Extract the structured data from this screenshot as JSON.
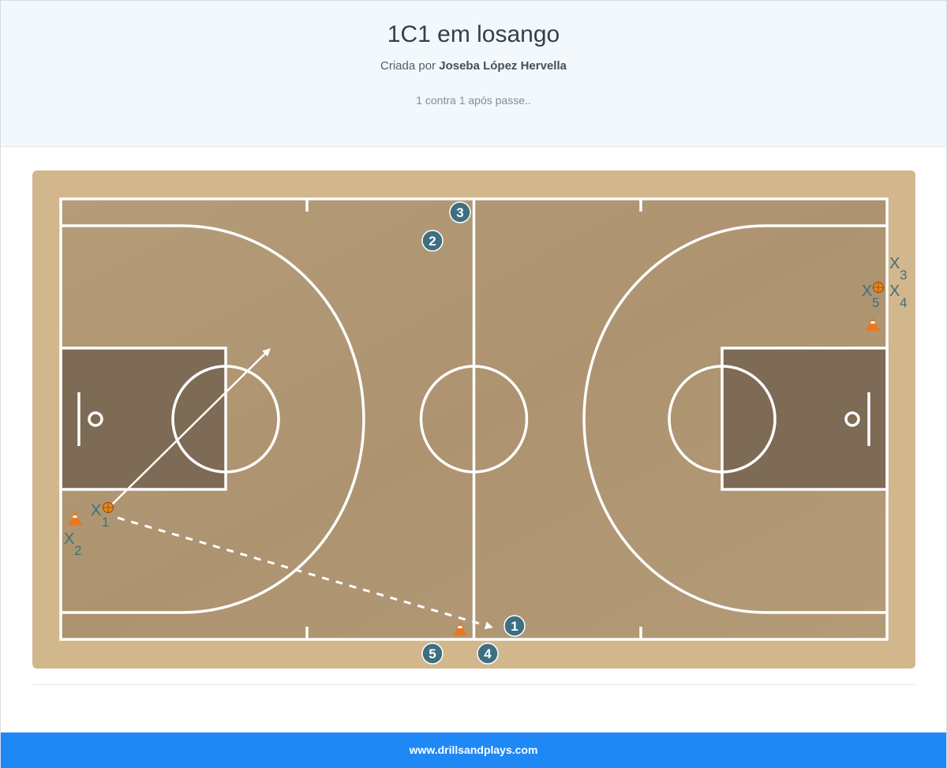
{
  "header": {
    "title": "1C1 em losango",
    "byline_prefix": "Criada por",
    "author": "Joseba López Hervella",
    "description": "1 contra 1 após passe.."
  },
  "players": {
    "offense": [
      {
        "label": "1"
      },
      {
        "label": "2"
      },
      {
        "label": "3"
      },
      {
        "label": "4"
      },
      {
        "label": "5"
      }
    ],
    "defense": [
      {
        "mark": "X",
        "sub": "1"
      },
      {
        "mark": "X",
        "sub": "2"
      },
      {
        "mark": "X",
        "sub": "3"
      },
      {
        "mark": "X",
        "sub": "4"
      },
      {
        "mark": "X",
        "sub": "5"
      }
    ]
  },
  "colors": {
    "court_wood": "#b39a76",
    "court_border": "#d2b68c",
    "paint": "#7e6b56",
    "player_token": "#3d6f80",
    "cone": "#e8781e",
    "footer": "#1e88f5"
  },
  "footer": {
    "text": "www.drillsandplays.com"
  }
}
